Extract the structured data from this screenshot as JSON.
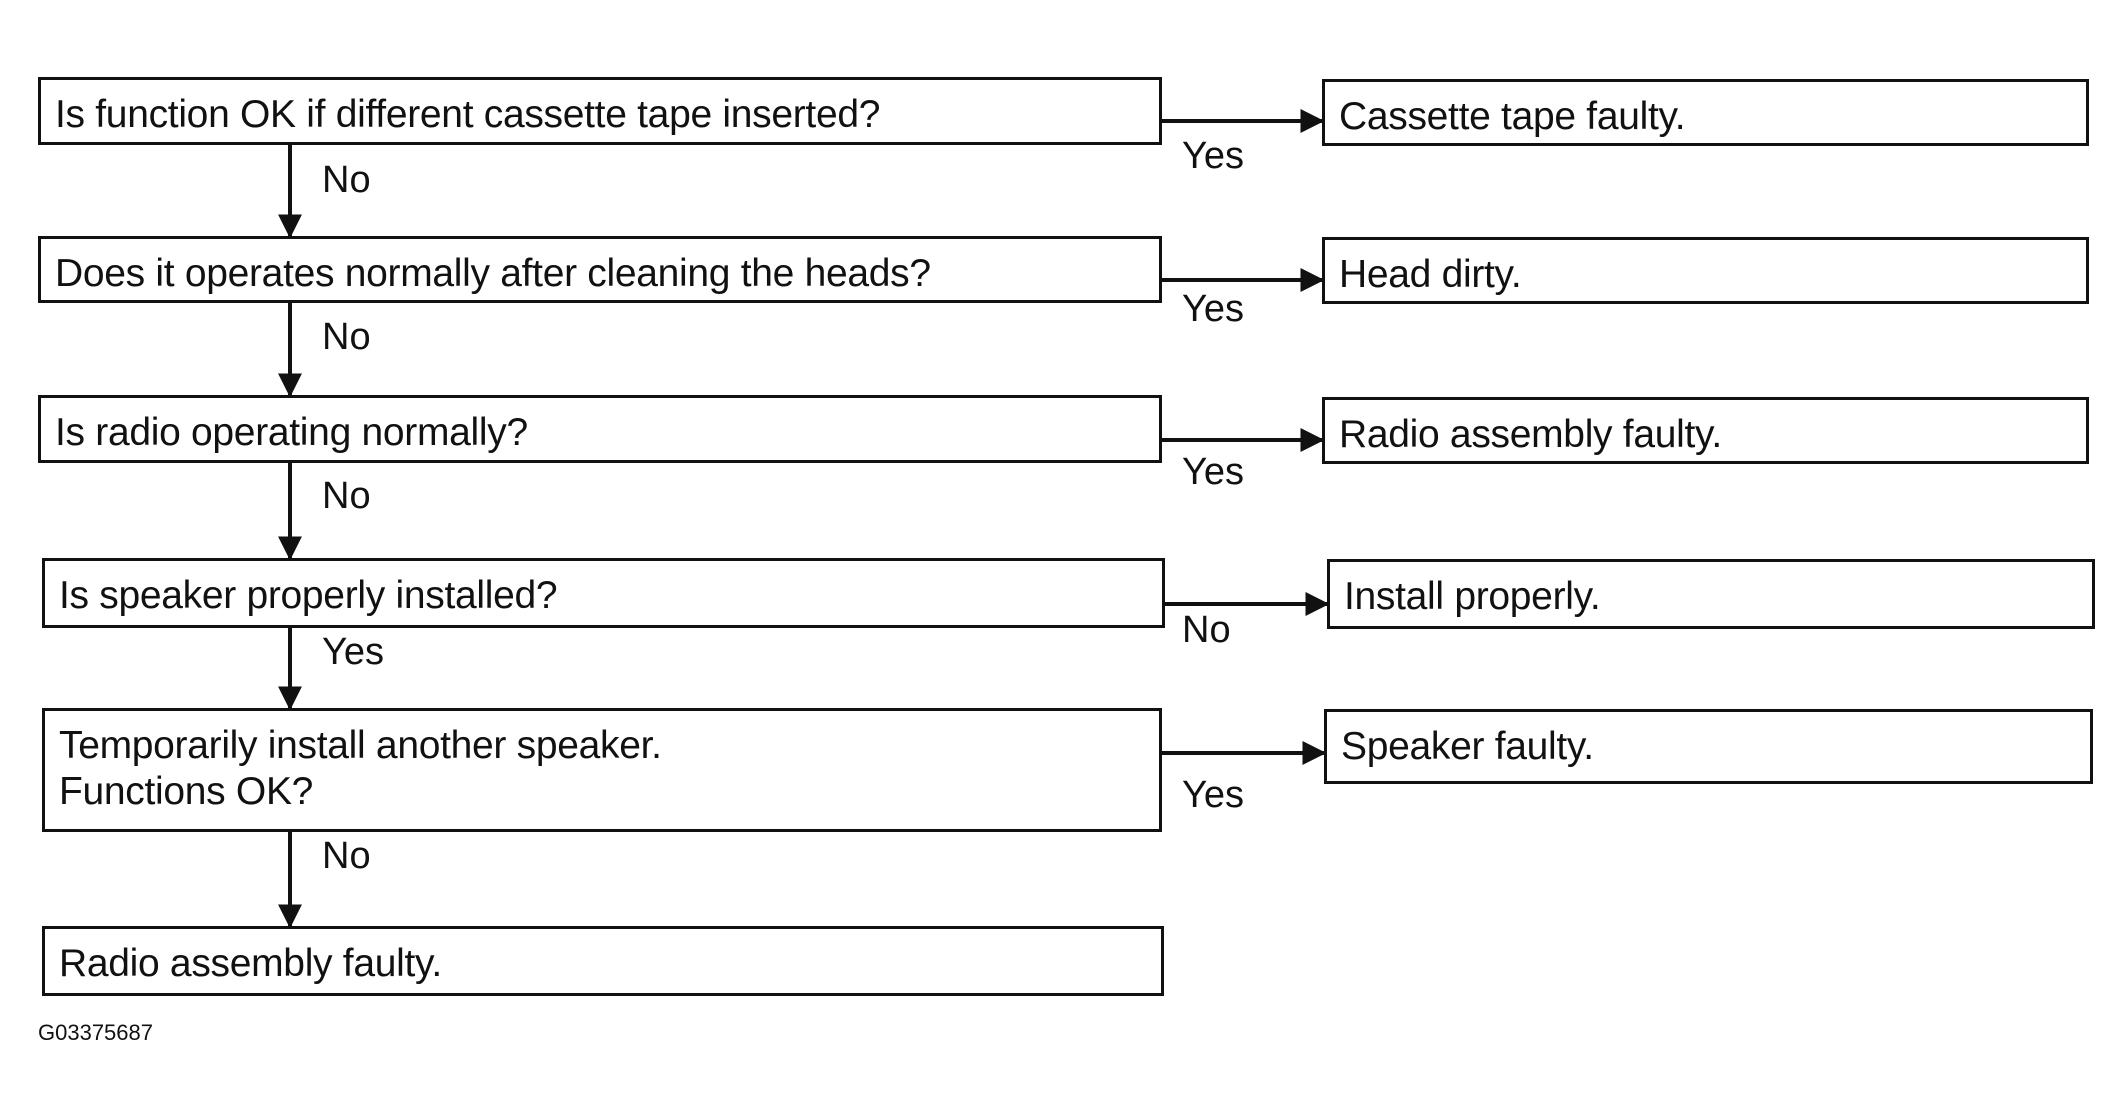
{
  "flowchart": {
    "questions": [
      {
        "id": "q1",
        "text": "Is function OK if different cassette tape inserted?"
      },
      {
        "id": "q2",
        "text": "Does it operates normally after cleaning the heads?"
      },
      {
        "id": "q3",
        "text": "Is radio operating normally?"
      },
      {
        "id": "q4",
        "text": "Is speaker properly installed?"
      },
      {
        "id": "q5",
        "lines": [
          "Temporarily install another speaker.",
          "Functions OK?"
        ]
      }
    ],
    "results": [
      {
        "id": "r1",
        "text": "Cassette tape faulty."
      },
      {
        "id": "r2",
        "text": "Head dirty."
      },
      {
        "id": "r3",
        "text": "Radio assembly faulty."
      },
      {
        "id": "r4",
        "text": "Install properly."
      },
      {
        "id": "r5",
        "text": "Speaker faulty."
      },
      {
        "id": "r6",
        "text": "Radio assembly faulty."
      }
    ],
    "edges": [
      {
        "from": "q1",
        "to": "r1",
        "label": "Yes"
      },
      {
        "from": "q1",
        "to": "q2",
        "label": "No"
      },
      {
        "from": "q2",
        "to": "r2",
        "label": "Yes"
      },
      {
        "from": "q2",
        "to": "q3",
        "label": "No"
      },
      {
        "from": "q3",
        "to": "r3",
        "label": "Yes"
      },
      {
        "from": "q3",
        "to": "q4",
        "label": "No"
      },
      {
        "from": "q4",
        "to": "r4",
        "label": "No"
      },
      {
        "from": "q4",
        "to": "q5",
        "label": "Yes"
      },
      {
        "from": "q5",
        "to": "r5",
        "label": "Yes"
      },
      {
        "from": "q5",
        "to": "r6",
        "label": "No"
      }
    ]
  },
  "figure_code": "G03375687",
  "colors": {
    "line": "#111111",
    "background": "#ffffff"
  }
}
